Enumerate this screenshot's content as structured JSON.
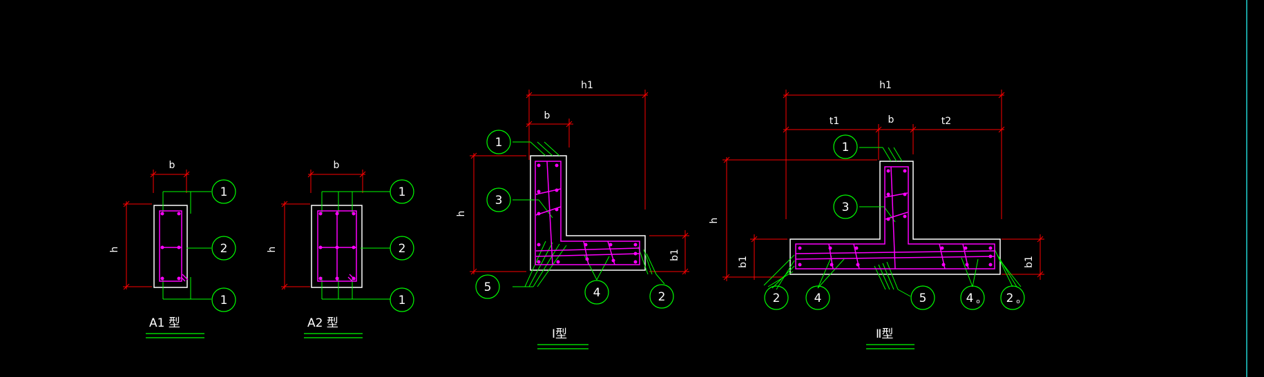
{
  "colors": {
    "background": "#000000",
    "concrete_outline": "#ffffff",
    "rebar": "#ff00ff",
    "leader": "#00ff00",
    "dimension": "#ff0000",
    "text": "#ffffff",
    "sheet_border": "#18a0a0"
  },
  "sections": {
    "a1": {
      "title": "A1 型",
      "dim_width": "b",
      "dim_height": "h",
      "callouts": [
        "1",
        "2",
        "1"
      ]
    },
    "a2": {
      "title": "A2 型",
      "dim_width": "b",
      "dim_height": "h",
      "callouts": [
        "1",
        "2",
        "1"
      ]
    },
    "l_type": {
      "title": "Ⅰ型",
      "dim_overall": "h1",
      "dim_web": "b",
      "dim_height": "h",
      "dim_flange": "b1",
      "callouts": [
        "1",
        "3",
        "5",
        "4",
        "2"
      ]
    },
    "t_type": {
      "title": "Ⅱ型",
      "dim_overall": "h1",
      "dim_left": "t1",
      "dim_web": "b",
      "dim_right": "t2",
      "dim_height": "h",
      "dim_flange_left": "b1",
      "dim_flange_right": "b1",
      "callouts": [
        "1",
        "3",
        "2",
        "4",
        "5",
        "4",
        "2"
      ],
      "callout_marks": [
        "",
        "",
        "",
        "",
        "",
        "o",
        "o"
      ]
    }
  }
}
